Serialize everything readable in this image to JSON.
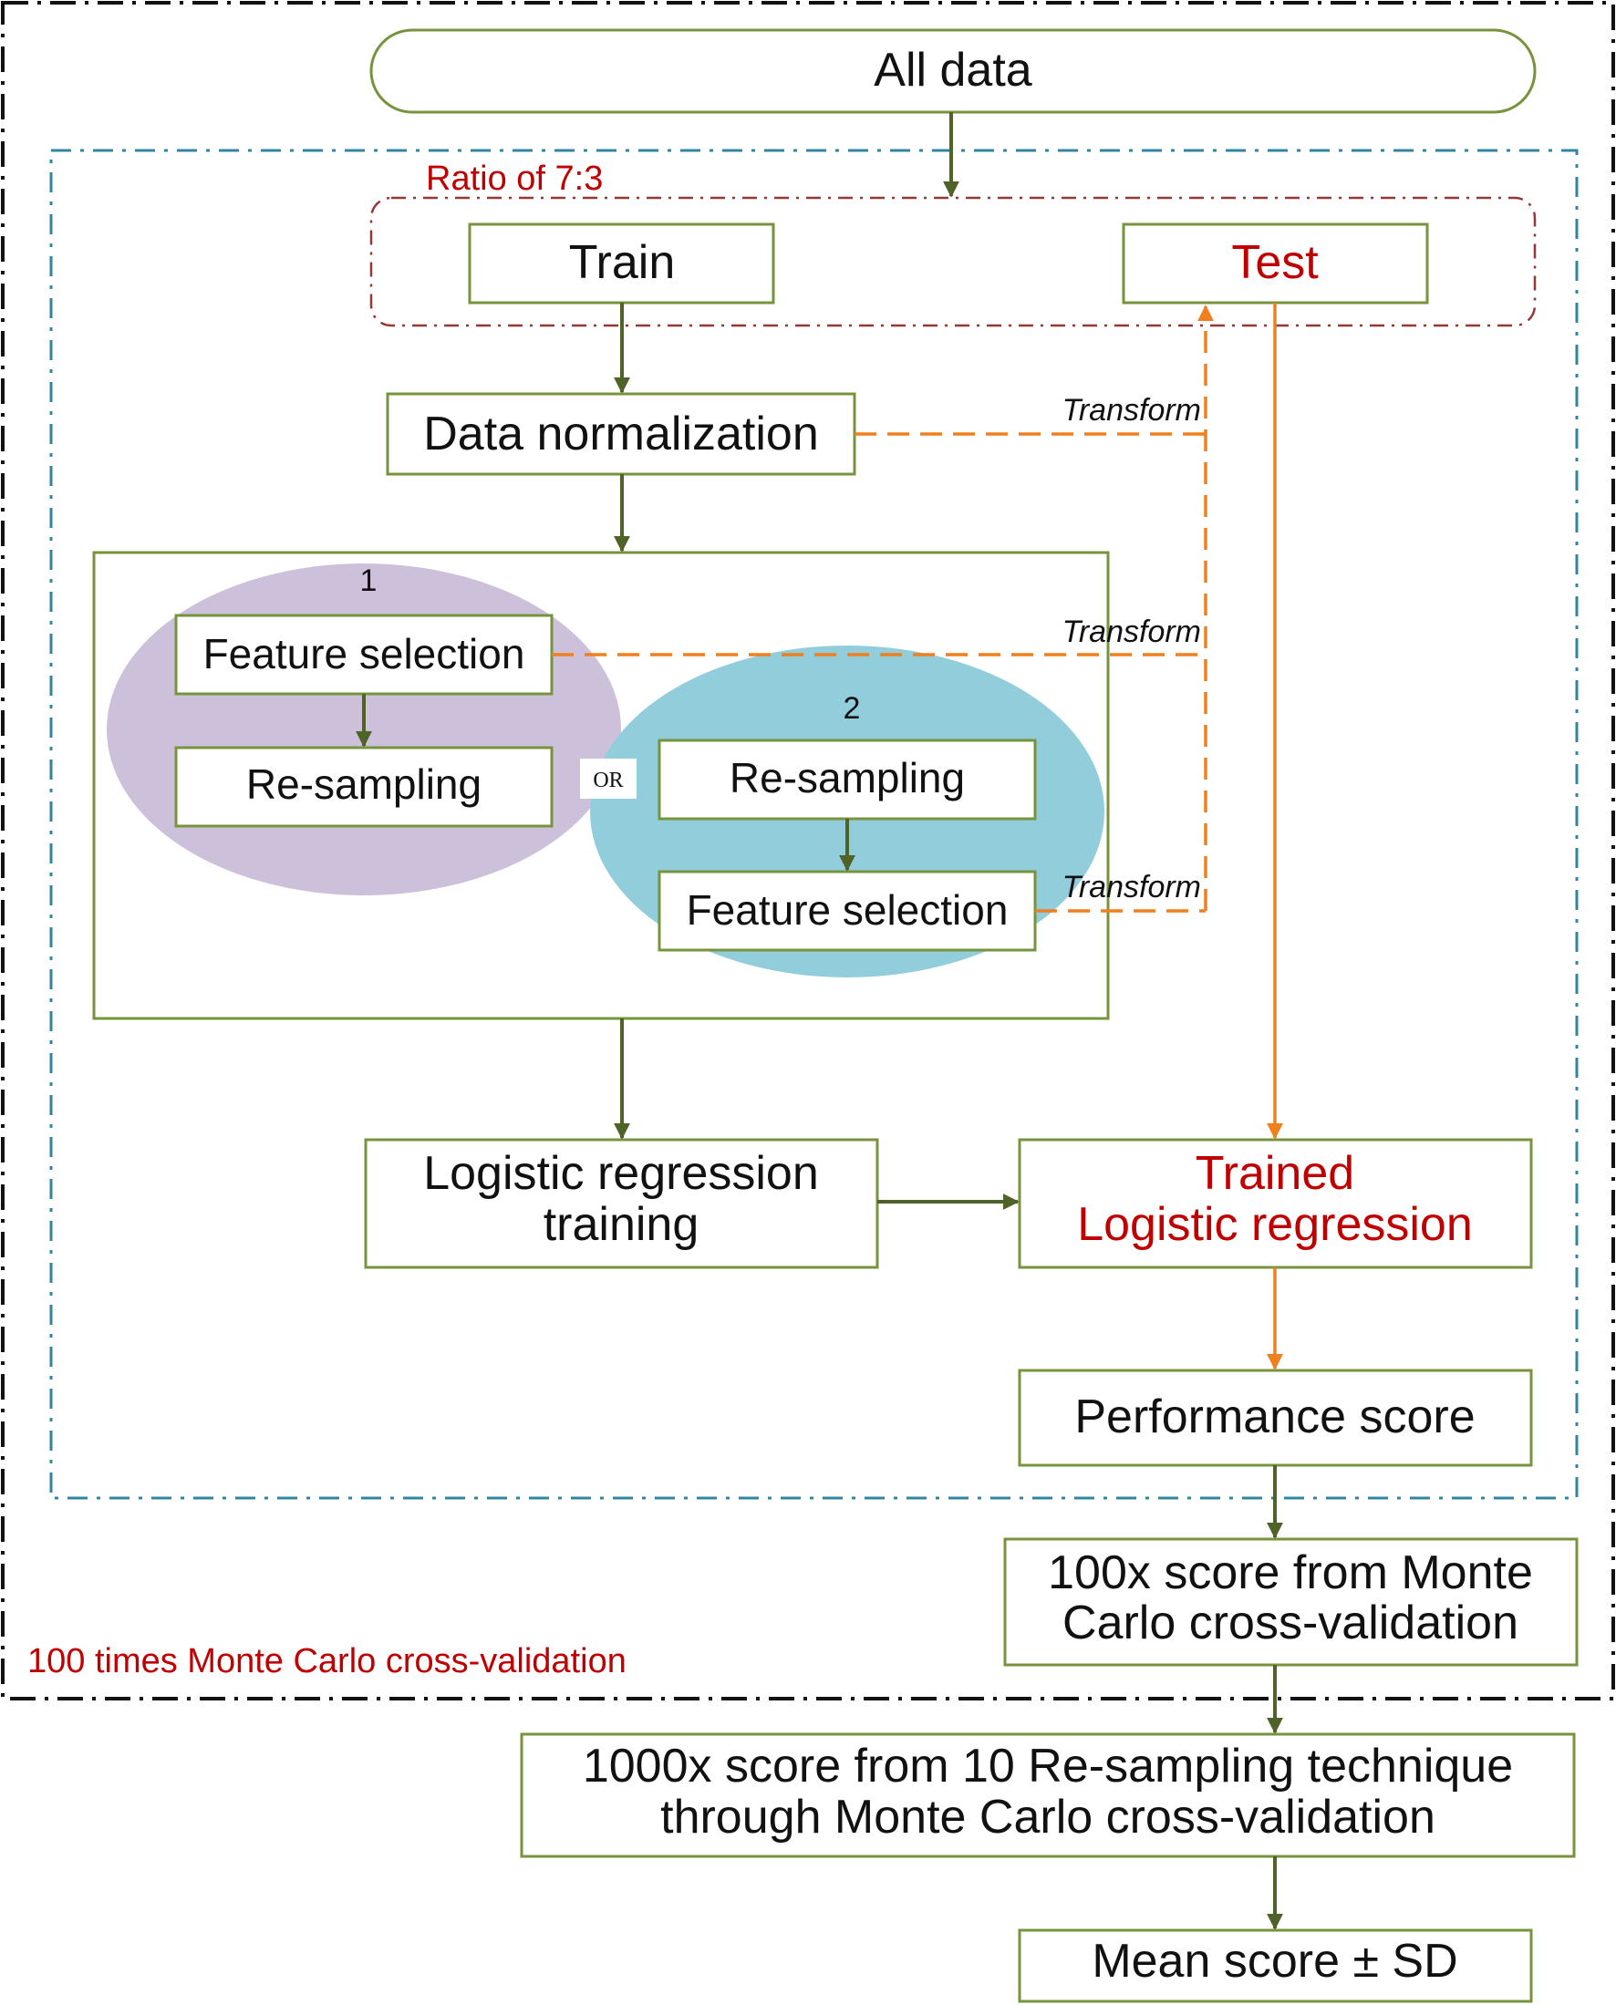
{
  "nodes": {
    "all_data": "All data",
    "train": "Train",
    "test": "Test",
    "normalization": "Data normalization",
    "feature_selection_1": "Feature selection",
    "resampling_1": "Re-sampling",
    "resampling_2": "Re-sampling",
    "feature_selection_2": "Feature selection",
    "lr_training_line1": "Logistic regression",
    "lr_training_line2": "training",
    "trained_line1": "Trained",
    "trained_line2": "Logistic regression",
    "performance": "Performance score",
    "mc_line1": "100x score from Monte",
    "mc_line2": "Carlo cross-validation",
    "thousand_line1": "1000x score from 10 Re-sampling technique",
    "thousand_line2": "through Monte Carlo cross-validation",
    "mean": "Mean score ± SD"
  },
  "labels": {
    "ratio": "Ratio of 7:3",
    "transform_1": "Transform",
    "transform_2": "Transform",
    "transform_3": "Transform",
    "option_1": "1",
    "option_2": "2",
    "or": "OR",
    "outer_loop": "100 times Monte Carlo cross-validation"
  },
  "colors": {
    "box_border": "#77933c",
    "green_arrow": "#4f6228",
    "orange": "#f07f1e",
    "dark_red": "#c00000",
    "teal_dash": "#31859c",
    "ellipse_purple": "#ccc0da",
    "ellipse_blue": "#92cddc"
  }
}
